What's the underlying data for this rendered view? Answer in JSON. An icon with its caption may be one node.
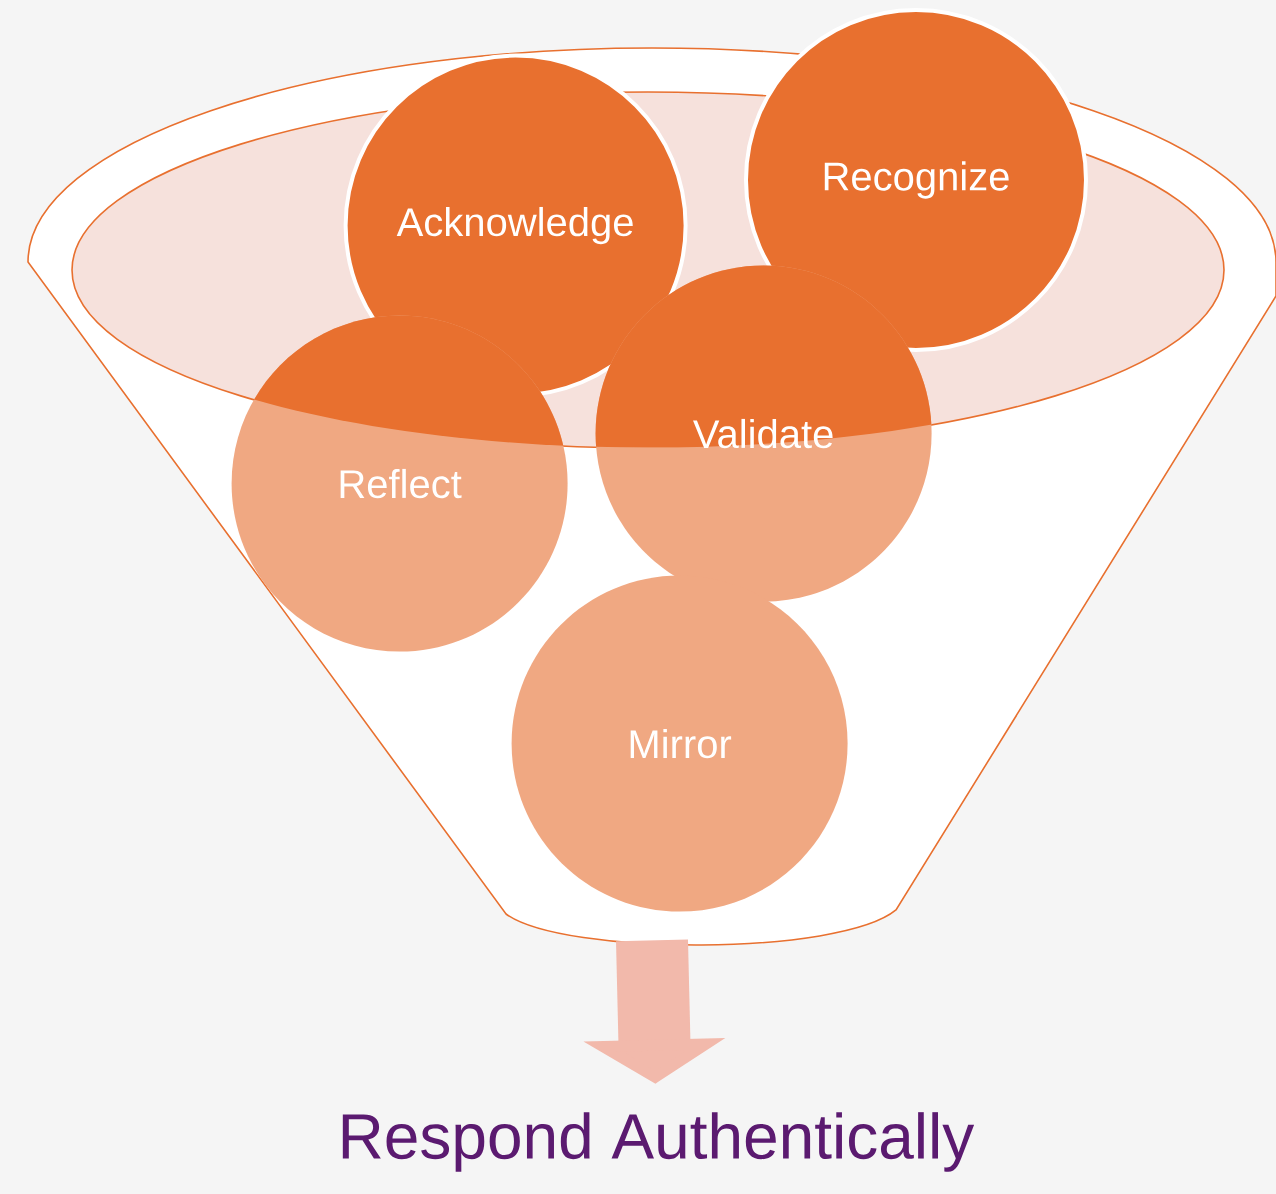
{
  "diagram": {
    "nodes": [
      {
        "text": [],
        "shape": "funnel"
      },
      {
        "text": [
          "Acknowledge"
        ],
        "in": 0
      },
      {
        "text": [
          "Recognize"
        ]
      },
      {
        "text": [
          "Reflect"
        ],
        "in": 0
      },
      {
        "text": [
          "Validate"
        ],
        "in": 0
      },
      {
        "text": [
          "Mirror"
        ],
        "in": 0
      },
      {
        "text": [
          "Respond Authentically"
        ]
      }
    ],
    "edges": [
      {
        "from": 0,
        "to": 6,
        "arrow": "to"
      }
    ]
  }
}
